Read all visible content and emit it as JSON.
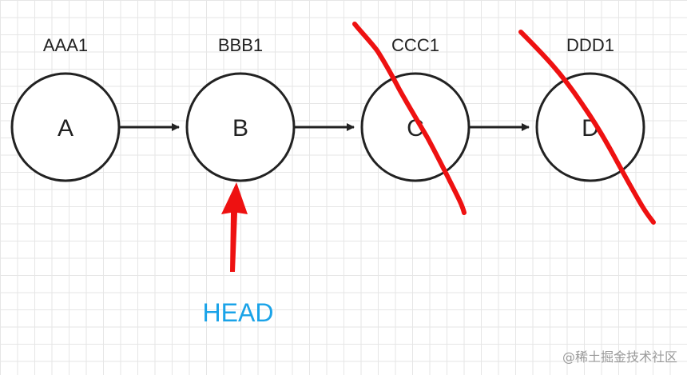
{
  "nodes": [
    {
      "letter": "A",
      "label": "AAA1",
      "crossed": false
    },
    {
      "letter": "B",
      "label": "BBB1",
      "crossed": false
    },
    {
      "letter": "C",
      "label": "CCC1",
      "crossed": true
    },
    {
      "letter": "D",
      "label": "DDD1",
      "crossed": true
    }
  ],
  "head": {
    "label": "HEAD",
    "color": "#1aa3e8",
    "arrow_color": "#ee1111"
  },
  "strike_color": "#ee1111",
  "watermark": "@稀土掘金技术社区"
}
